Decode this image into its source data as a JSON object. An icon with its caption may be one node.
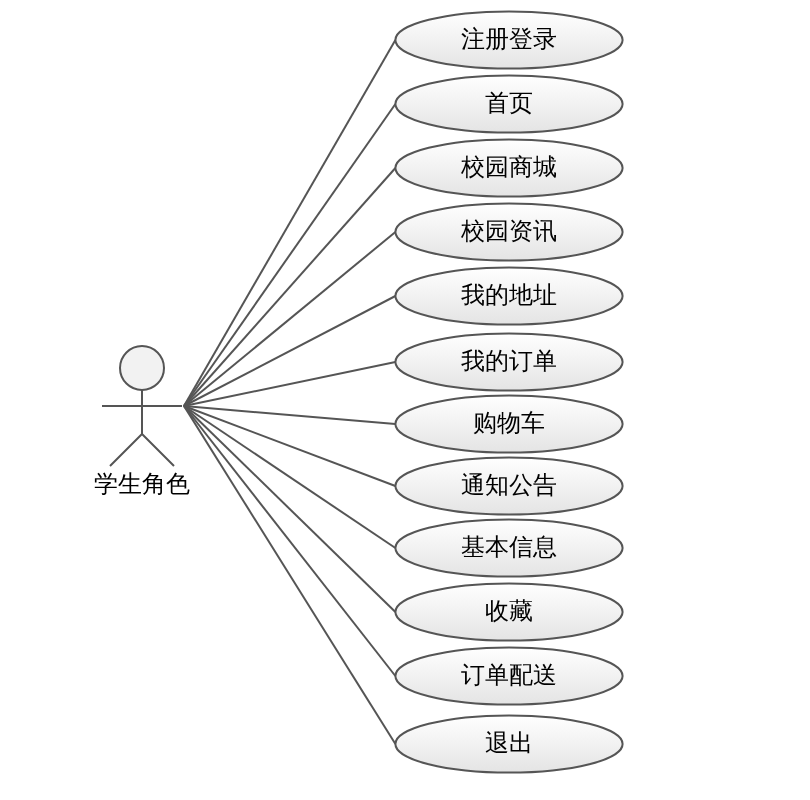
{
  "diagram": {
    "nodes": [
      {
        "text": [
          "学生角色"
        ]
      },
      {
        "text": [
          "注册登录"
        ]
      },
      {
        "text": [
          "首页"
        ]
      },
      {
        "text": [
          "校园商城"
        ]
      },
      {
        "text": [
          "校园资讯"
        ]
      },
      {
        "text": [
          "我的地址"
        ]
      },
      {
        "text": [
          "我的订单"
        ]
      },
      {
        "text": [
          "购物车"
        ]
      },
      {
        "text": [
          "通知公告"
        ]
      },
      {
        "text": [
          "基本信息"
        ]
      },
      {
        "text": [
          "收藏"
        ]
      },
      {
        "text": [
          "订单配送"
        ]
      },
      {
        "text": [
          "退出"
        ]
      }
    ],
    "edges": [
      {
        "from": 0,
        "to": 1,
        "arrow": "none"
      },
      {
        "from": 0,
        "to": 2,
        "arrow": "none"
      },
      {
        "from": 0,
        "to": 3,
        "arrow": "none"
      },
      {
        "from": 0,
        "to": 4,
        "arrow": "none"
      },
      {
        "from": 0,
        "to": 5,
        "arrow": "none"
      },
      {
        "from": 0,
        "to": 6,
        "arrow": "none"
      },
      {
        "from": 0,
        "to": 7,
        "arrow": "none"
      },
      {
        "from": 0,
        "to": 8,
        "arrow": "none"
      },
      {
        "from": 0,
        "to": 9,
        "arrow": "none"
      },
      {
        "from": 0,
        "to": 10,
        "arrow": "none"
      },
      {
        "from": 0,
        "to": 11,
        "arrow": "none"
      },
      {
        "from": 0,
        "to": 12,
        "arrow": "none"
      }
    ]
  }
}
